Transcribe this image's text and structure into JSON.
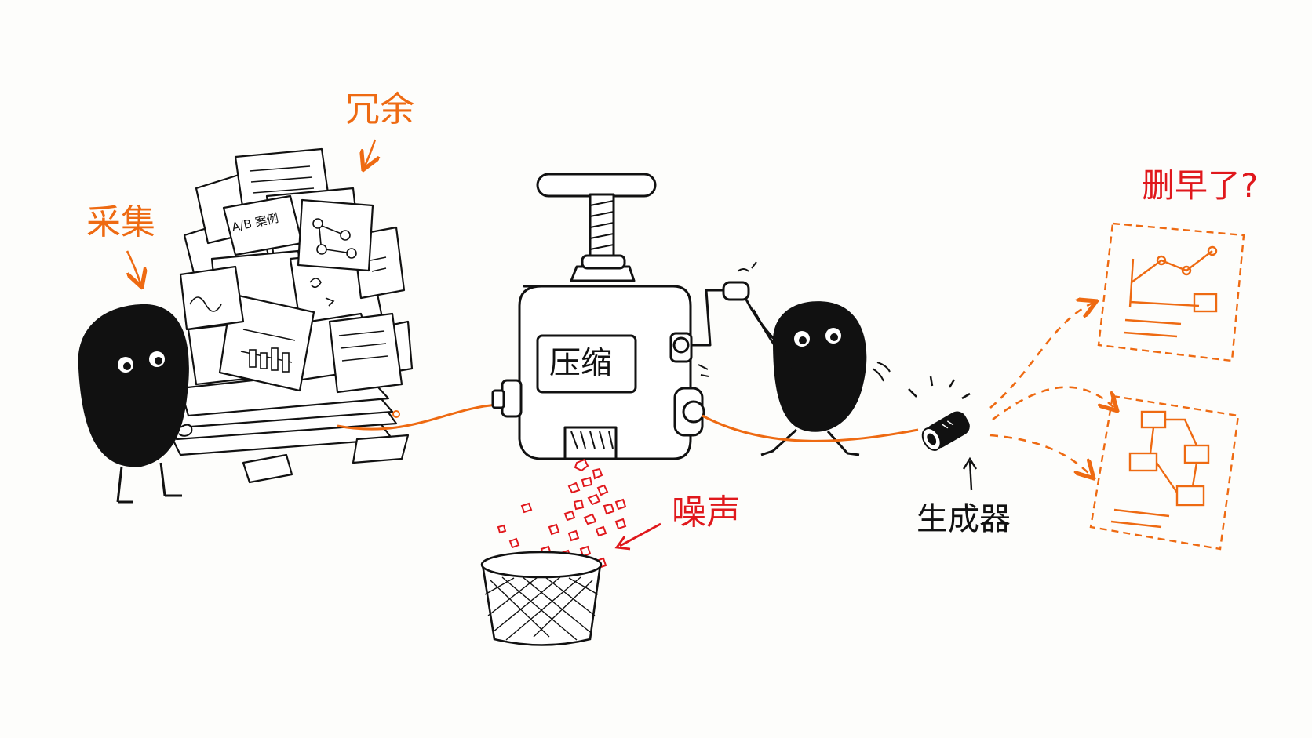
{
  "labels": {
    "collect": "采集",
    "redundant": "冗余",
    "compress": "压缩",
    "noise": "噪声",
    "generator": "生成器",
    "deleted_too_early": "删早了?",
    "ab_doc": "A/B 案例"
  },
  "colors": {
    "ink": "#111111",
    "accent": "#ee6a12",
    "noise": "#e0181c",
    "paper": "#fdfdfb"
  }
}
